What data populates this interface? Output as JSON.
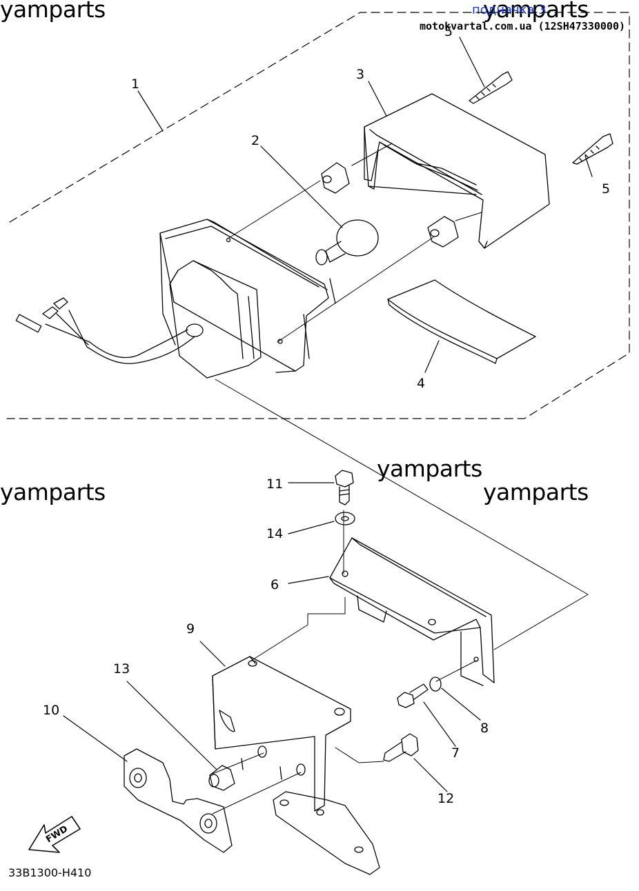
{
  "header": {
    "link_text": "подначка 3",
    "source_text": "motokvartal.com.ua (12SH47330000)"
  },
  "watermarks": [
    "yamparts",
    "yamparts",
    "yamparts",
    "yamparts",
    "yamparts"
  ],
  "callouts": [
    "1",
    "2",
    "3",
    "4",
    "5",
    "5",
    "6",
    "7",
    "8",
    "9",
    "10",
    "11",
    "12",
    "13",
    "14"
  ],
  "fwd_label": "FWD",
  "drawing_code": "33B1300-H410",
  "colors": {
    "line": "#000000",
    "link": "#1a3bd6",
    "background": "#ffffff"
  }
}
